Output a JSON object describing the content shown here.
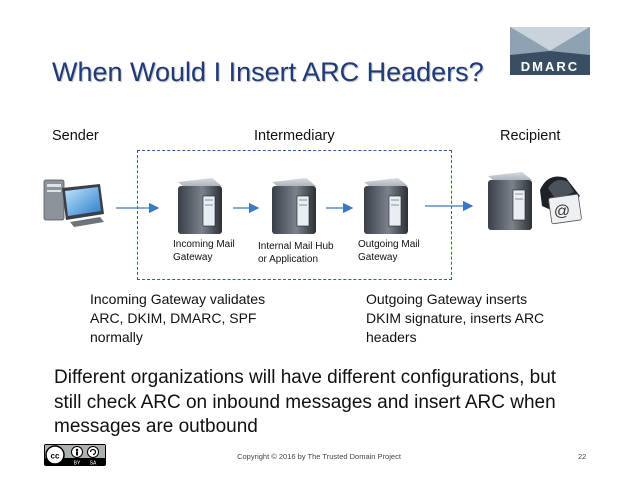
{
  "title": "When Would I Insert ARC Headers?",
  "logo": {
    "text": "DMARC",
    "colors": {
      "dark": "#3a4e63",
      "light": "#c9d3dc"
    }
  },
  "columns": {
    "sender": "Sender",
    "intermediary": "Intermediary",
    "recipient": "Recipient"
  },
  "nodes": [
    {
      "label_line1": "Incoming Mail",
      "label_line2": "Gateway"
    },
    {
      "label_line1": "Internal Mail Hub",
      "label_line2": "or Application"
    },
    {
      "label_line1": "Outgoing Mail",
      "label_line2": "Gateway"
    }
  ],
  "notes": {
    "left": [
      "Incoming Gateway validates",
      "ARC, DKIM, DMARC, SPF",
      "normally"
    ],
    "right": [
      "Outgoing Gateway inserts",
      "DKIM signature, inserts ARC",
      "headers"
    ]
  },
  "summary": [
    "Different organizations will have different configurations, but",
    "still check ARC on inbound messages and insert ARC when",
    "messages are outbound"
  ],
  "footer": {
    "copyright": "Copyright © 2016 by The Trusted Domain Project",
    "page": "22"
  },
  "license_badge": {
    "by": "BY",
    "sa": "SA"
  },
  "colors": {
    "title": "#1f3a78",
    "accent": "#2e5fa5",
    "arrow": "#3b78c4"
  }
}
